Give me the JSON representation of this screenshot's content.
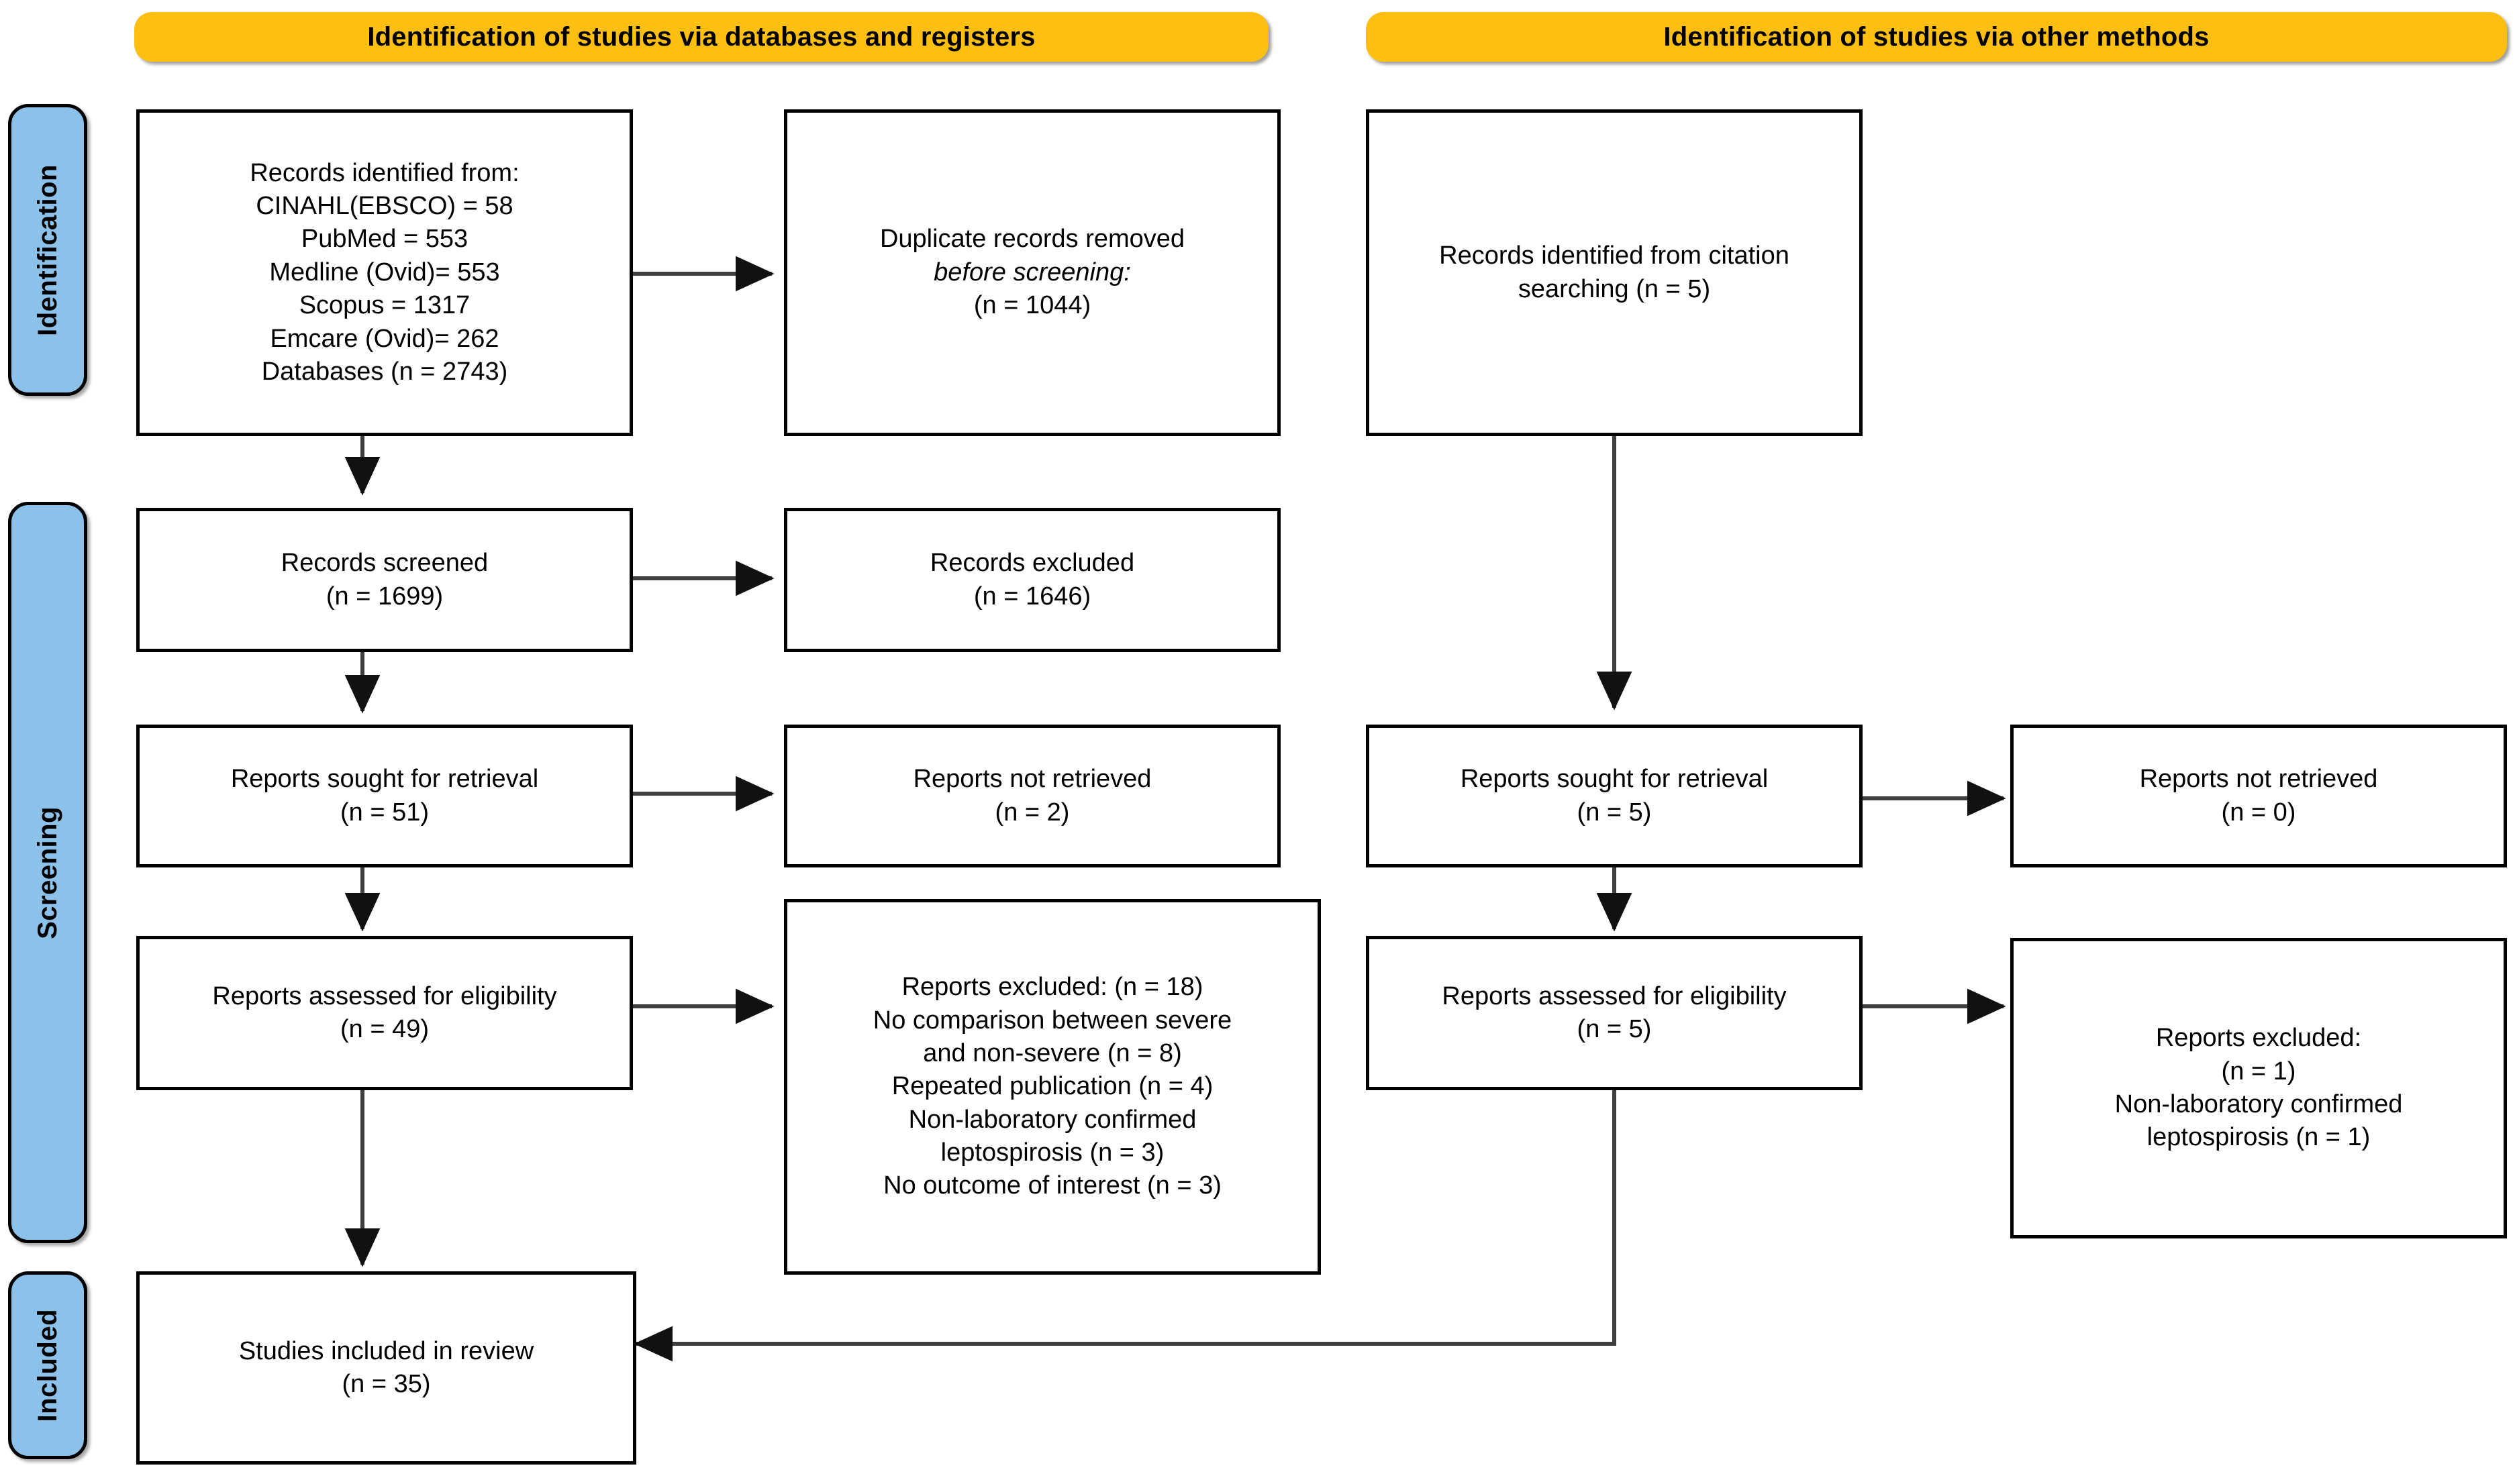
{
  "diagram": {
    "type": "PRISMA 2020 flow diagram",
    "banners": [
      {
        "id": "databases",
        "label": "Identification of studies via databases and registers"
      },
      {
        "id": "other",
        "label": "Identification of studies via other methods"
      }
    ],
    "phases": [
      {
        "id": "identification",
        "label": "Identification"
      },
      {
        "id": "screening",
        "label": "Screening"
      },
      {
        "id": "included",
        "label": "Included"
      }
    ],
    "nodes": {
      "records_identified": {
        "lines": [
          "Records identified from:",
          "CINAHL(EBSCO) = 58",
          "PubMed = 553",
          "Medline (Ovid)= 553",
          "Scopus = 1317",
          "Emcare (Ovid)= 262",
          "Databases (n = 2743)"
        ]
      },
      "duplicates_removed": {
        "lines": [
          "Duplicate records removed",
          "before screening:",
          "(n = 1044)"
        ],
        "italic_line_index": 1
      },
      "records_from_citation": {
        "lines": [
          "Records identified from citation",
          "searching (n = 5)"
        ]
      },
      "records_screened": {
        "lines": [
          "Records screened",
          "(n = 1699)"
        ]
      },
      "records_excluded": {
        "lines": [
          "Records excluded",
          "(n = 1646)"
        ]
      },
      "reports_sought_db": {
        "lines": [
          "Reports sought for retrieval",
          "(n = 51)"
        ]
      },
      "reports_not_retrieved_db": {
        "lines": [
          "Reports not retrieved",
          "(n = 2)"
        ]
      },
      "reports_sought_other": {
        "lines": [
          "Reports sought for retrieval",
          "(n = 5)"
        ]
      },
      "reports_not_retrieved_other": {
        "lines": [
          "Reports not retrieved",
          "(n = 0)"
        ]
      },
      "reports_assessed_db": {
        "lines": [
          "Reports assessed for eligibility",
          "(n = 49)"
        ]
      },
      "reports_excluded_db": {
        "lines": [
          "Reports excluded: (n = 18)",
          "No comparison between severe",
          "and non-severe (n = 8)",
          "Repeated publication (n = 4)",
          "Non-laboratory confirmed",
          "leptospirosis (n = 3)",
          "No outcome of interest (n = 3)"
        ]
      },
      "reports_assessed_other": {
        "lines": [
          "Reports assessed for eligibility",
          "(n = 5)"
        ]
      },
      "reports_excluded_other": {
        "lines": [
          "Reports excluded:",
          "(n = 1)",
          "Non-laboratory confirmed",
          "leptospirosis (n = 1)"
        ]
      },
      "studies_included": {
        "lines": [
          "Studies included in review",
          "(n = 35)"
        ]
      }
    },
    "colors": {
      "banner_fill": "#FDBF11",
      "phase_fill": "#8CC2EA",
      "border": "#000000",
      "background": "#FFFFFF",
      "connector": "#3F3F3F"
    }
  }
}
